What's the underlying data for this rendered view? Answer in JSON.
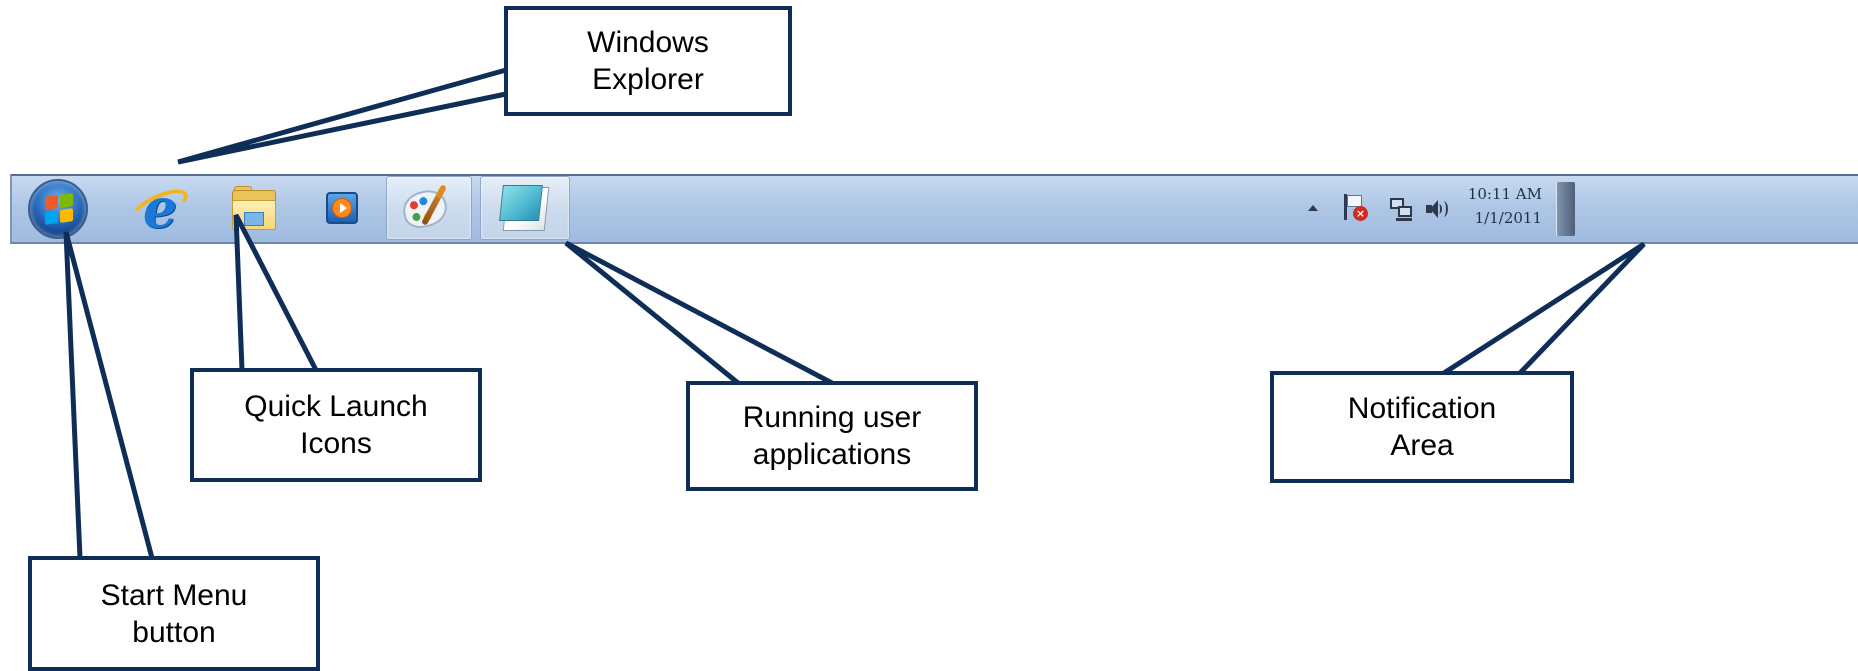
{
  "taskbar": {
    "start_button": {
      "icon": "windows-orb-icon"
    },
    "quick_launch": [
      {
        "name": "Internet Explorer",
        "icon": "internet-explorer-icon"
      },
      {
        "name": "Windows Explorer",
        "icon": "windows-explorer-folder-icon"
      },
      {
        "name": "Windows Media Player",
        "icon": "media-player-icon"
      }
    ],
    "running_apps": [
      {
        "name": "Paint",
        "icon": "paint-palette-icon"
      },
      {
        "name": "Notepad",
        "icon": "notepad-icon"
      }
    ],
    "notification_area": {
      "icons": [
        "show-hidden-icons-chevron",
        "action-center-flag-icon",
        "network-icon",
        "volume-icon"
      ],
      "time": "10:11 AM",
      "date": "1/1/2011"
    },
    "colors": {
      "taskbar_top": "#c8daf0",
      "taskbar_bottom": "#9fbbe0",
      "taskbar_border": "#556f92"
    }
  },
  "callouts": {
    "windows_explorer": {
      "line1": "Windows",
      "line2": "Explorer"
    },
    "quick_launch": {
      "line1": "Quick Launch",
      "line2": "Icons"
    },
    "running_apps": {
      "line1": "Running user",
      "line2": "applications"
    },
    "notification_area": {
      "line1": "Notification",
      "line2": "Area"
    },
    "start_menu": {
      "line1": "Start Menu",
      "line2": "button"
    },
    "colors": {
      "border": "#0e2e58",
      "fill": "#ffffff"
    }
  }
}
